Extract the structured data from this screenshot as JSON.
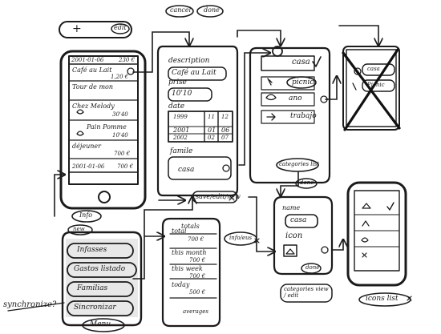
{
  "top_buttons": {
    "cancel": "cancel",
    "done": "done"
  },
  "phone1": {
    "plus": "+",
    "edit": "edit",
    "header_date": "2001-01-06",
    "header_amount": "230 €",
    "entries": [
      {
        "desc": "Café au Lait",
        "amount": "1,20 €"
      },
      {
        "desc": "Tour de mon",
        "amount": ""
      },
      {
        "desc": "Chez Melody",
        "amount": "30'40"
      },
      {
        "desc": "Pain Pomme",
        "amount": "10'40"
      },
      {
        "desc": "déjeuner",
        "amount": "700 €"
      }
    ],
    "footer_date": "2001-01-06",
    "footer_amount": "700 €",
    "info_label": "Info",
    "new_label": "new"
  },
  "detail": {
    "description_label": "description",
    "description_value": "Café au Lait",
    "price_label": "prise",
    "price_value": "10'10",
    "date_label": "date",
    "date_rows": [
      [
        "1999",
        "11",
        "12"
      ],
      [
        "2001",
        "01",
        "06"
      ],
      [
        "2002",
        "02",
        "07"
      ]
    ],
    "family_label": "famile",
    "family_value": "casa",
    "bottom_label": "save/edit/new"
  },
  "category": {
    "top_value": "casa",
    "items": [
      {
        "label": "picnic"
      },
      {
        "label": "ano"
      },
      {
        "label": "trabajo"
      }
    ],
    "list_button": "categories list",
    "done": "done"
  },
  "crossed": {
    "item1": "casa",
    "item2": "Picnic"
  },
  "menu": {
    "items": [
      "Infasses",
      "Gastos listado",
      "Familias",
      "Sincronizar"
    ],
    "synchronize_note": "synchronize?",
    "label": "Menu"
  },
  "totals": {
    "header": "totals",
    "rows": [
      {
        "label": "total",
        "value": "700 €"
      },
      {
        "label": "this month",
        "value": "700 €"
      },
      {
        "label": "this week",
        "value": "700 €"
      },
      {
        "label": "today",
        "value": "500 €"
      }
    ],
    "footer": "averages",
    "info_label": "info/eus"
  },
  "edit_cat": {
    "name_label": "name",
    "name_value": "casa",
    "icon_label": "icon",
    "done": "done",
    "caption": "categories view / edit"
  },
  "icons_list": {
    "caption": "icons list"
  }
}
